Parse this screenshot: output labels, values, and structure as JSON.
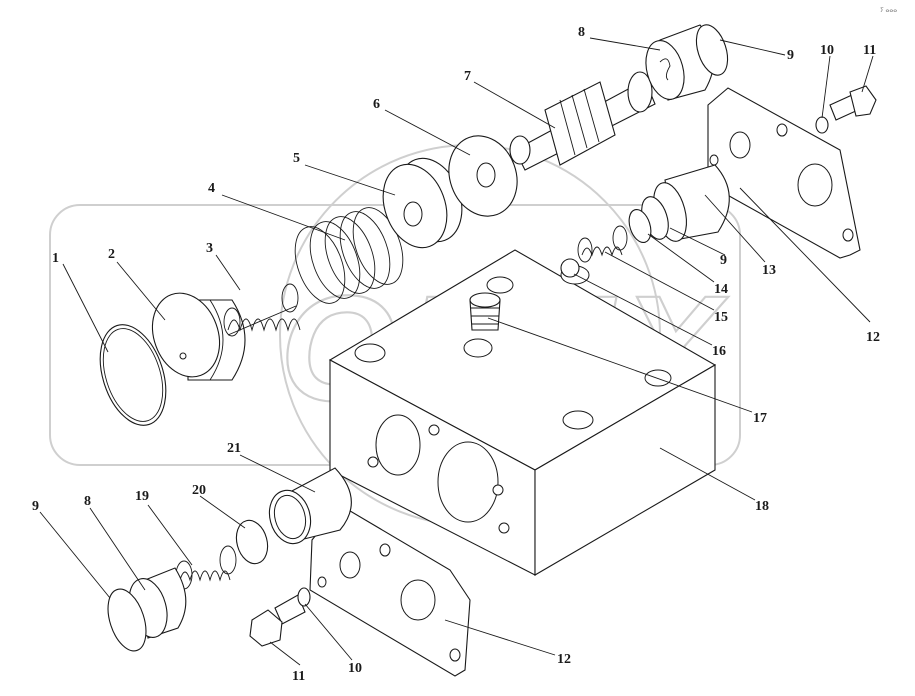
{
  "watermark": {
    "text": "OPEX"
  },
  "corner_mark": "ⵢ ⴰⴰⴰ",
  "callouts": [
    {
      "id": "c1",
      "label": "1"
    },
    {
      "id": "c2",
      "label": "2"
    },
    {
      "id": "c3",
      "label": "3"
    },
    {
      "id": "c4",
      "label": "4"
    },
    {
      "id": "c5",
      "label": "5"
    },
    {
      "id": "c6",
      "label": "6"
    },
    {
      "id": "c7",
      "label": "7"
    },
    {
      "id": "c8a",
      "label": "8"
    },
    {
      "id": "c9a",
      "label": "9"
    },
    {
      "id": "c10a",
      "label": "10"
    },
    {
      "id": "c11a",
      "label": "11"
    },
    {
      "id": "c9b",
      "label": "9"
    },
    {
      "id": "c13",
      "label": "13"
    },
    {
      "id": "c14",
      "label": "14"
    },
    {
      "id": "c15",
      "label": "15"
    },
    {
      "id": "c12a",
      "label": "12"
    },
    {
      "id": "c16",
      "label": "16"
    },
    {
      "id": "c17",
      "label": "17"
    },
    {
      "id": "c18",
      "label": "18"
    },
    {
      "id": "c21",
      "label": "21"
    },
    {
      "id": "c9c",
      "label": "9"
    },
    {
      "id": "c8b",
      "label": "8"
    },
    {
      "id": "c19",
      "label": "19"
    },
    {
      "id": "c20",
      "label": "20"
    },
    {
      "id": "c11b",
      "label": "11"
    },
    {
      "id": "c10b",
      "label": "10"
    },
    {
      "id": "c12b",
      "label": "12"
    }
  ]
}
